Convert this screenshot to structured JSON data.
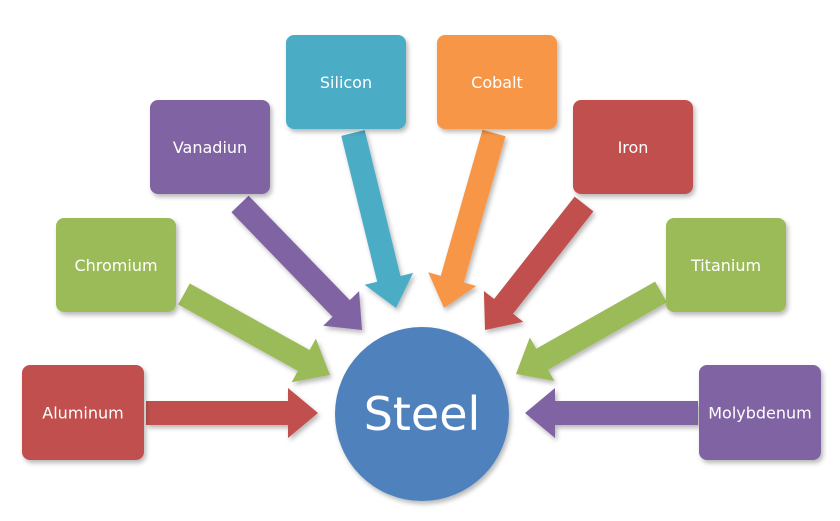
{
  "center": {
    "label": "Steel",
    "color": "#4f81bd"
  },
  "elements": [
    {
      "id": "aluminum",
      "label": "Aluminum",
      "color": "#c0504d"
    },
    {
      "id": "chromium",
      "label": "Chromium",
      "color": "#9bbb59"
    },
    {
      "id": "vanadiun",
      "label": "Vanadiun",
      "color": "#8064a2"
    },
    {
      "id": "silicon",
      "label": "Silicon",
      "color": "#4bacc6"
    },
    {
      "id": "cobalt",
      "label": "Cobalt",
      "color": "#f79646"
    },
    {
      "id": "iron",
      "label": "Iron",
      "color": "#c0504d"
    },
    {
      "id": "titanium",
      "label": "Titanium",
      "color": "#9bbb59"
    },
    {
      "id": "molybdenum",
      "label": "Molybdenum",
      "color": "#8064a2"
    }
  ]
}
